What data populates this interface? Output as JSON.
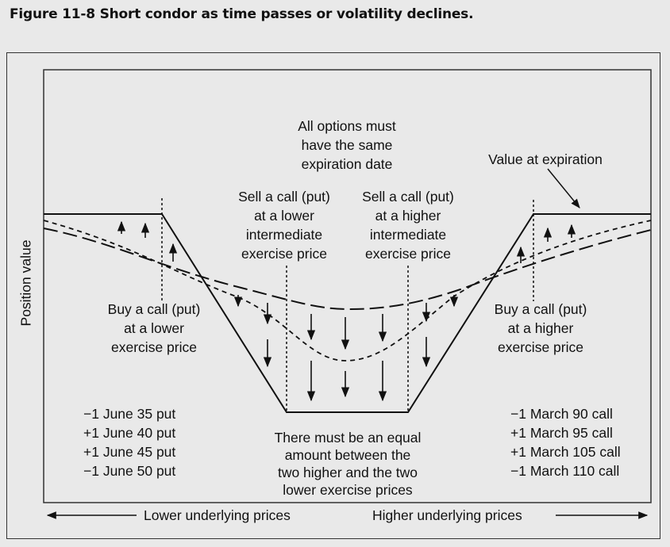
{
  "caption": "Figure 11-8  Short condor as time passes or volatility declines.",
  "y_axis_label": "Position value",
  "note_same_expiration": [
    "All options must",
    "have the same",
    "expiration date"
  ],
  "value_at_expiration": "Value at expiration",
  "sell_lower": [
    "Sell a call (put)",
    "at a lower",
    "intermediate",
    "exercise price"
  ],
  "sell_higher": [
    "Sell a call (put)",
    "at a higher",
    "intermediate",
    "exercise price"
  ],
  "buy_lower": [
    "Buy a call (put)",
    "at a lower",
    "exercise price"
  ],
  "buy_higher": [
    "Buy a call (put)",
    "at a higher",
    "exercise price"
  ],
  "put_positions": [
    "−1 June 35 put",
    "+1 June 40 put",
    "+1 June 45 put",
    "−1 June 50 put"
  ],
  "call_positions": [
    "−1 March 90 call",
    "+1 March 95 call",
    "+1 March 105 call",
    "−1 March 110 call"
  ],
  "equal_amount_note": [
    "There must be an equal",
    "amount between the",
    "two higher and the two",
    "lower exercise prices"
  ],
  "lower_prices": "Lower underlying prices",
  "higher_prices": "Higher underlying prices"
}
